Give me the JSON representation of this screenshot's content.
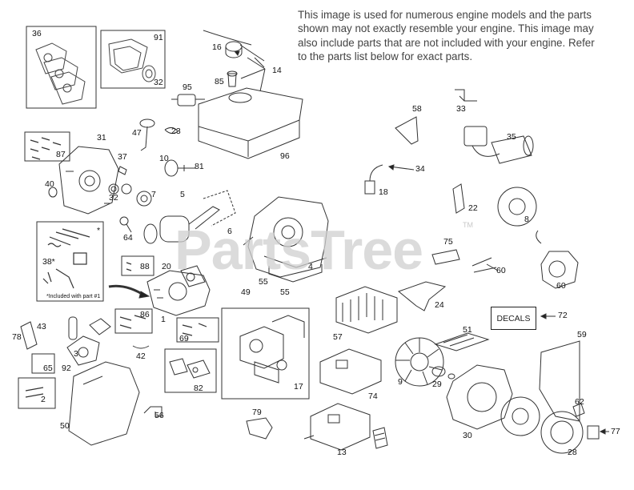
{
  "note_lines": [
    "This image is used for numerous engine models and the parts",
    "shown may not exactly resemble your engine. This image may",
    "also include parts that are not included with your engine. Refer",
    "to the parts list below for exact parts."
  ],
  "watermark": "PartsTree",
  "trademark": "TM",
  "decals_label": "DECALS",
  "included_note": "*Included with part #1",
  "labels": {
    "p1": "1",
    "p2": "2",
    "p3": "3",
    "p4": "4",
    "p5": "5",
    "p6": "6",
    "p7": "7",
    "p8": "8",
    "p9": "9",
    "p10": "10",
    "p13": "13",
    "p14": "14",
    "p16": "16",
    "p17": "17",
    "p18": "18",
    "p20": "20",
    "p22": "22",
    "p23": "23",
    "p24": "24",
    "p28": "28",
    "p29": "29",
    "p30": "30",
    "p31": "31",
    "p32a": "32",
    "p32b": "32",
    "p33": "33",
    "p34": "34",
    "p35": "35",
    "p36": "36",
    "p37": "37",
    "p38": "38*",
    "p40": "40",
    "p42": "42",
    "p43": "43",
    "p47": "47",
    "p49": "49",
    "p50": "50",
    "p51": "51",
    "p55a": "55",
    "p55b": "55",
    "p56": "56",
    "p57": "57",
    "p58": "58",
    "p59": "59",
    "p60a": "60",
    "p60b": "60",
    "p62": "62",
    "p64": "64",
    "p65": "65",
    "p69": "69",
    "p72": "72",
    "p74": "74",
    "p75": "75",
    "p77": "77",
    "p78": "78",
    "p79": "79",
    "p81": "81",
    "p82": "82",
    "p85": "85",
    "p86": "86",
    "p87": "87",
    "p88": "88",
    "p91": "91",
    "p92": "92",
    "p95": "95",
    "p96": "96",
    "star": "*"
  }
}
